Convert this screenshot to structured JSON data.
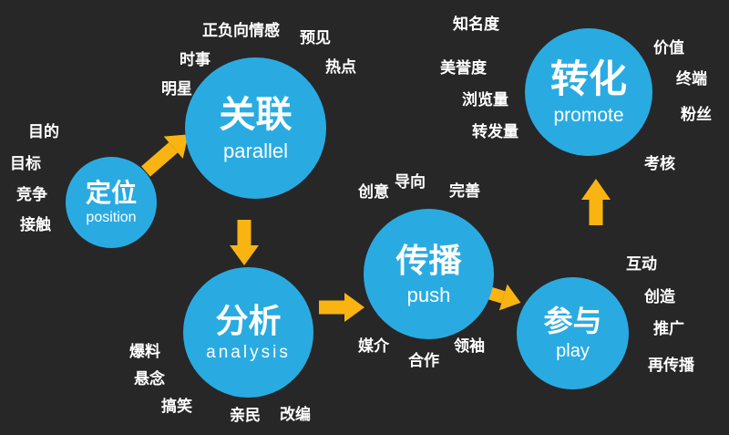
{
  "colors": {
    "background": "#272727",
    "circle": "#29abe2",
    "arrow": "#f9b412",
    "label": "#ffffff"
  },
  "nodes": {
    "position": {
      "zh": "定位",
      "en": "position"
    },
    "parallel": {
      "zh": "关联",
      "en": "parallel"
    },
    "analysis": {
      "zh": "分析",
      "en": "analysis"
    },
    "push": {
      "zh": "传播",
      "en": "push"
    },
    "play": {
      "zh": "参与",
      "en": "play"
    },
    "promote": {
      "zh": "转化",
      "en": "promote"
    }
  },
  "flow": [
    "position",
    "parallel",
    "analysis",
    "push",
    "play",
    "promote"
  ],
  "satellites": {
    "position": [
      "目的",
      "目标",
      "竞争",
      "接触"
    ],
    "parallel": [
      "正负向情感",
      "预见",
      "时事",
      "热点",
      "明星"
    ],
    "analysis": [
      "爆料",
      "悬念",
      "搞笑",
      "亲民",
      "改编"
    ],
    "push": [
      "创意",
      "导向",
      "完善",
      "媒介",
      "合作",
      "领袖"
    ],
    "play": [
      "互动",
      "创造",
      "推广",
      "再传播"
    ],
    "promote": [
      "知名度",
      "价值",
      "美誉度",
      "终端",
      "浏览量",
      "粉丝",
      "转发量",
      "考核"
    ]
  }
}
